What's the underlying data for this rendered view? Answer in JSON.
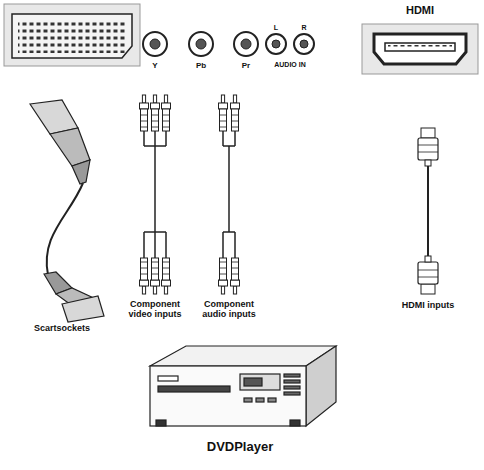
{
  "diagram": {
    "labels": [
      "HDMI",
      "Y",
      "Pb",
      "Pr",
      "L",
      "R",
      "AUDIO IN",
      "Scartsockets",
      "Component video inputs",
      "Component audio inputs",
      "HDMI inputs",
      "DVDPlayer"
    ]
  }
}
